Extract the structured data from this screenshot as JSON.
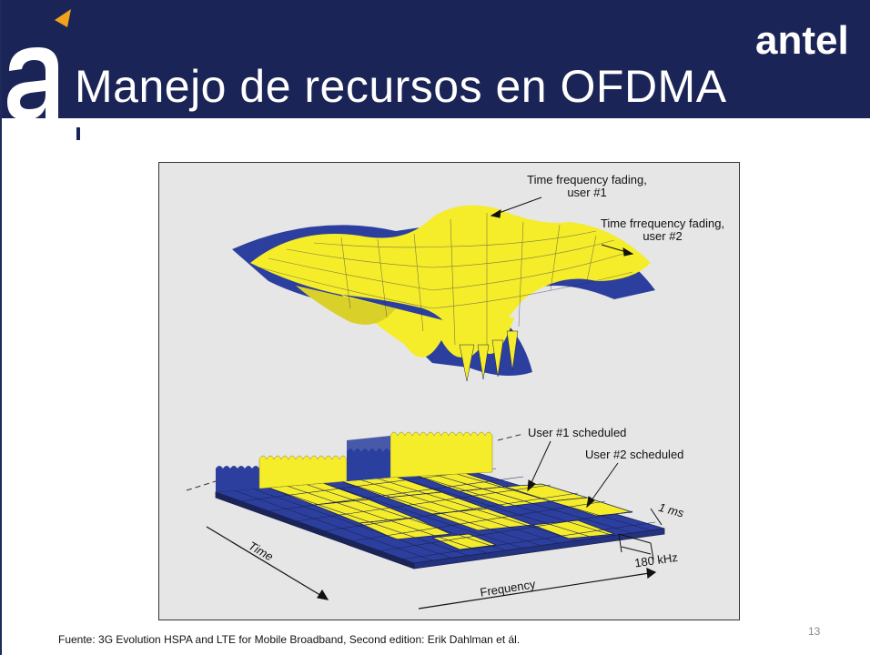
{
  "slide": {
    "title": "Manejo de recursos en OFDMA",
    "logo_text": "antel",
    "source": "Fuente: 3G Evolution HSPA and LTE for Mobile Broadband, Second edition: Erik Dahlman  et ál.",
    "page_number": "13"
  },
  "figure": {
    "label_fading_user1": "Time frequency fading, user #1",
    "label_fading_user2": "Time frrequency fading, user #2",
    "label_user1_scheduled": "User #1 scheduled",
    "label_user2_scheduled": "User #2 scheduled",
    "label_1ms": "1 ms",
    "label_180khz": "180 kHz",
    "label_time": "Time",
    "label_frequency": "Frequency",
    "colors": {
      "user1": "#f5ec2a",
      "user2": "#2c3f9e",
      "background": "#e6e6e6"
    }
  }
}
